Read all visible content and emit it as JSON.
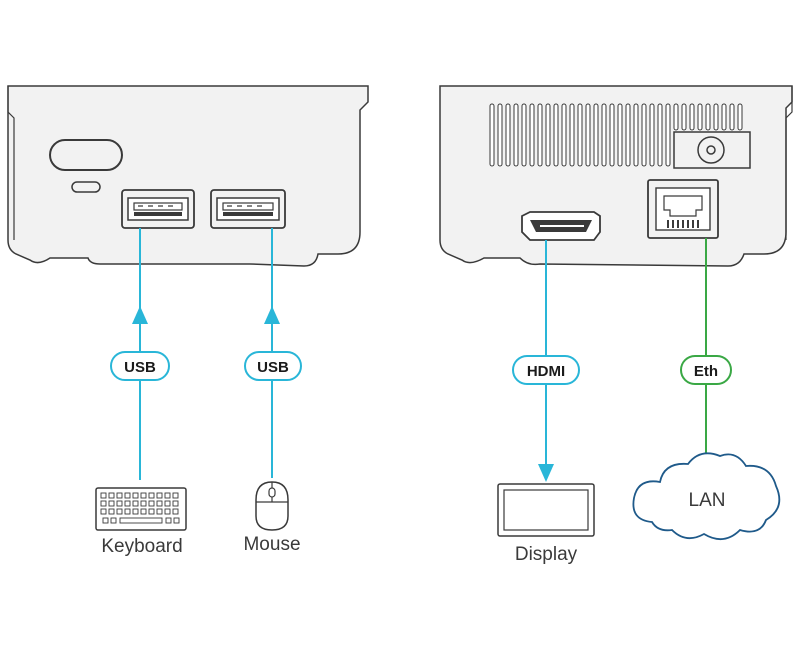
{
  "colors": {
    "usb_hdmi_line": "#29b6d8",
    "eth_line": "#3aa845",
    "device_outline": "#3a3a3a",
    "device_fill": "#f2f2f2",
    "cloud_outline": "#1f5a8a"
  },
  "left_panel": {
    "ports": [
      {
        "icon": "usb-port-icon",
        "cable_label": "USB",
        "peripheral_label": "Keyboard",
        "peripheral_icon": "keyboard-icon"
      },
      {
        "icon": "usb-port-icon",
        "cable_label": "USB",
        "peripheral_label": "Mouse",
        "peripheral_icon": "mouse-icon"
      }
    ],
    "other_icons": [
      "power-button-icon",
      "indicator-led-icon"
    ]
  },
  "right_panel": {
    "ports": [
      {
        "icon": "hdmi-port-icon",
        "cable_label": "HDMI",
        "peripheral_label": "Display",
        "peripheral_icon": "display-icon"
      },
      {
        "icon": "ethernet-port-icon",
        "cable_label": "Eth",
        "peripheral_label": "LAN",
        "peripheral_icon": "cloud-icon"
      }
    ],
    "other_icons": [
      "vent-grille-icon",
      "dc-power-jack-icon"
    ]
  }
}
